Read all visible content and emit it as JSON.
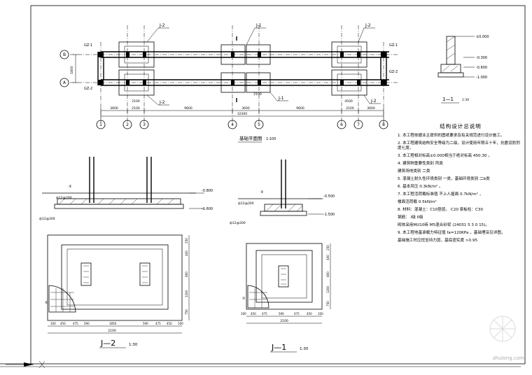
{
  "plan": {
    "title": "基础平面图",
    "scale": "1:100",
    "grid_numbers": [
      "1",
      "2",
      "3",
      "4",
      "5",
      "6",
      "7",
      "8"
    ],
    "grid_letters": [
      "B",
      "A"
    ],
    "dims_top_left": "1800",
    "dims_row": [
      "3600",
      "2100",
      "9600",
      "3600",
      "9600",
      "2100",
      "3600"
    ],
    "dim_total": "32300",
    "dim_mid_left": "2100",
    "dim_mid_right": "4500",
    "dim_mid_center": "2100",
    "col_labels": [
      "J-2",
      "J-1",
      "J-2",
      "J-2",
      "J-1",
      "J-2"
    ],
    "gz_labels": [
      "GZ-1",
      "GZ-2",
      "GZ-1",
      "GZ-2"
    ],
    "marks": [
      "1",
      "1",
      "1",
      "1"
    ],
    "elev_right": [
      "±0.000",
      "-0.300",
      "-0.600",
      "-1.000"
    ],
    "section_label": "1—1",
    "section_scale": "1:30"
  },
  "detail_j2": {
    "label": "J—2",
    "scale": "1:30",
    "elev": [
      "-0.800",
      "-1.600"
    ],
    "dims_bottom": [
      "100",
      "450",
      "475",
      "590",
      "1850",
      "590",
      "475",
      "450",
      "100"
    ],
    "dim_total": "2100",
    "dims_right": [
      "250",
      "400",
      "800",
      "1200",
      "750"
    ],
    "rebar": [
      "ф12@200",
      "ф12@200"
    ],
    "note_a": "②",
    "note_b": "③"
  },
  "detail_j1": {
    "label": "J—1",
    "scale": "1:30",
    "elev": [
      "-0.500",
      "-1.500"
    ],
    "dims_bottom": [
      "100",
      "450",
      "475",
      "590",
      "475",
      "450",
      "100"
    ],
    "dim_total": "2100",
    "rebar": [
      "ф12@200",
      "ф12@200"
    ],
    "dims_right": [
      "250",
      "400",
      "800",
      "1200",
      "750"
    ],
    "note_a": "②",
    "note_b": "③"
  },
  "notes": {
    "title": "结构设计总说明",
    "items": [
      "1. 本工程依据业主提供的图纸要求及有关规范进行设计施工。",
      "2. 本工程建筑结构安全等级为二级，设计使用年限五十年，抗震设防烈度七度。",
      "3. 本工程相对标高±0.000相当于绝对标高    450.30  。",
      "4. 建筑物重要性类别   丙类",
      "   建筑场地类别   二类",
      "5. 混凝土耐久性环境类别   一类，基础环境类别   二b类",
      "6. 基本风压   0.3kN/m²  。",
      "7. 本工程活荷载标准值   不上人屋面   0.7kN/m²  ，",
      "              楼面活荷载   0.5kN/m²",
      "8. 材料：混凝土：C10垫层，  C20     梁板柱：C30",
      "             钢筋：  I级      II级",
      "   砌体采用MU10砖 M5混合砂浆 (24031 5 3 0 15)。",
      "9. 本工程地基承载力特征值  fa=120KPa ，基础埋深见详图，",
      "   基础施工时应挖至持力层，基底密实度 >0.95"
    ]
  },
  "watermark": "zhulong.com"
}
